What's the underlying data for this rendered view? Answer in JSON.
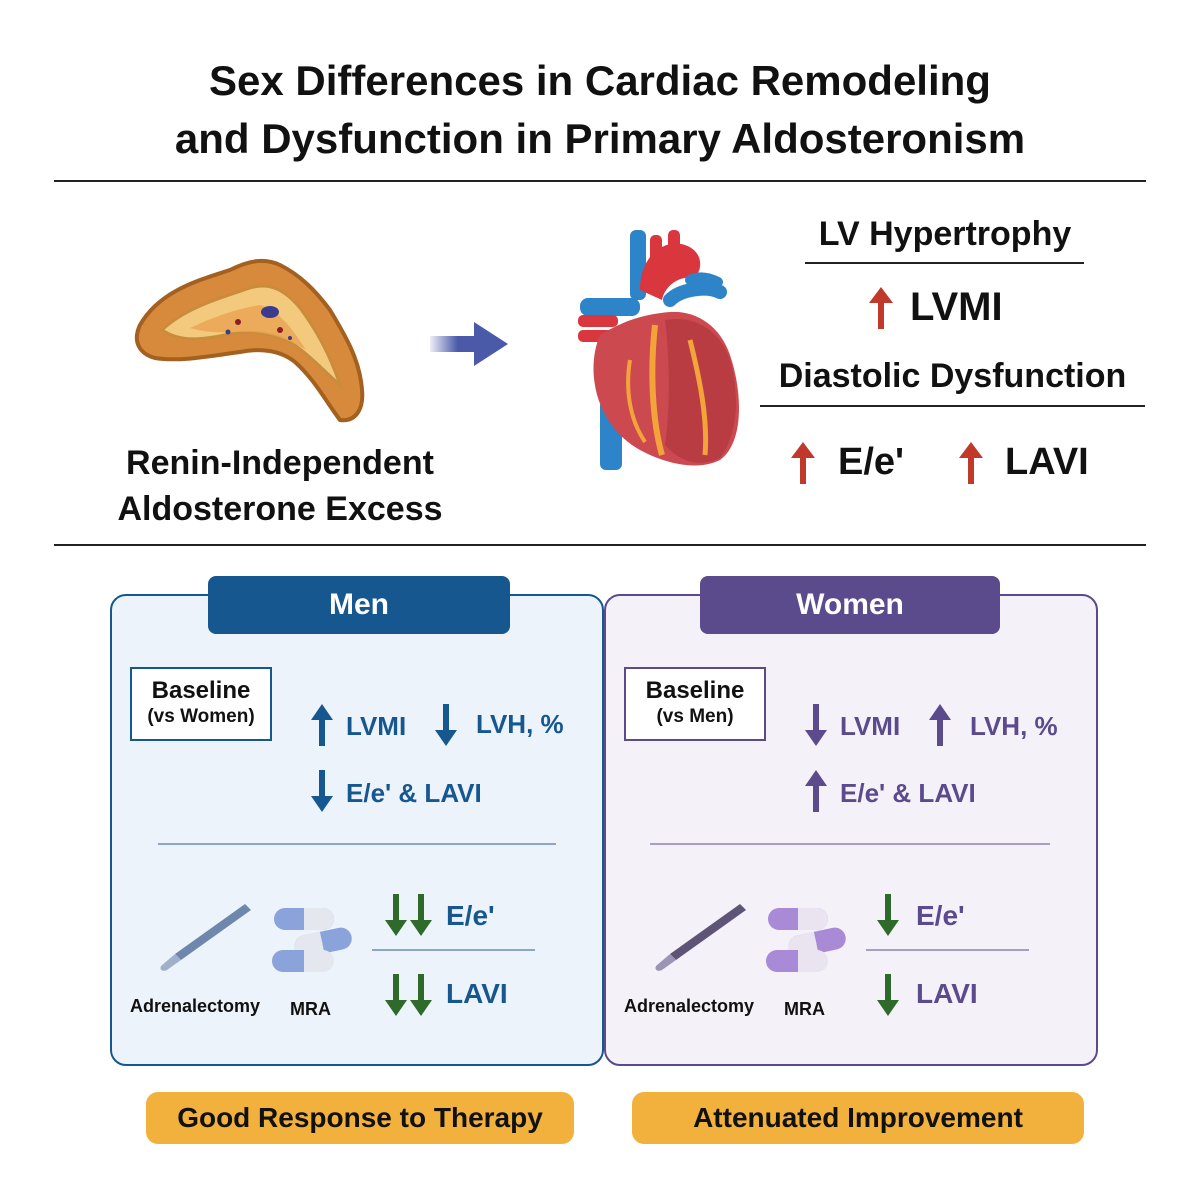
{
  "title_line1": "Sex Differences in Cardiac Remodeling",
  "title_line2": "and Dysfunction in Primary Aldosteronism",
  "top": {
    "source_line1": "Renin-Independent",
    "source_line2": "Aldosterone Excess",
    "lvh_heading": "LV Hypertrophy",
    "lvmi": "LVMI",
    "dd_heading": "Diastolic Dysfunction",
    "ee": "E/e'",
    "lavi": "LAVI"
  },
  "men": {
    "tab": "Men",
    "baseline": "Baseline",
    "baseline_sub": "(vs Women)",
    "lvmi": "LVMI",
    "lvh": "LVH, %",
    "ee_lavi": "E/e' & LAVI",
    "adrenalectomy": "Adrenalectomy",
    "mra": "MRA",
    "ee": "E/e'",
    "lavi": "LAVI",
    "response": "Good Response to Therapy"
  },
  "women": {
    "tab": "Women",
    "baseline": "Baseline",
    "baseline_sub": "(vs Men)",
    "lvmi": "LVMI",
    "lvh": "LVH, %",
    "ee_lavi": "E/e' & LAVI",
    "adrenalectomy": "Adrenalectomy",
    "mra": "MRA",
    "ee": "E/e'",
    "lavi": "LAVI",
    "response": "Attenuated Improvement"
  },
  "colors": {
    "men": "#17578f",
    "women": "#5b4a8c",
    "up_red": "#c0392b",
    "down_green": "#2e6b2a",
    "pill": "#f2b13c",
    "men_bg": "#edf3fb",
    "women_bg": "#f5f1f9"
  }
}
